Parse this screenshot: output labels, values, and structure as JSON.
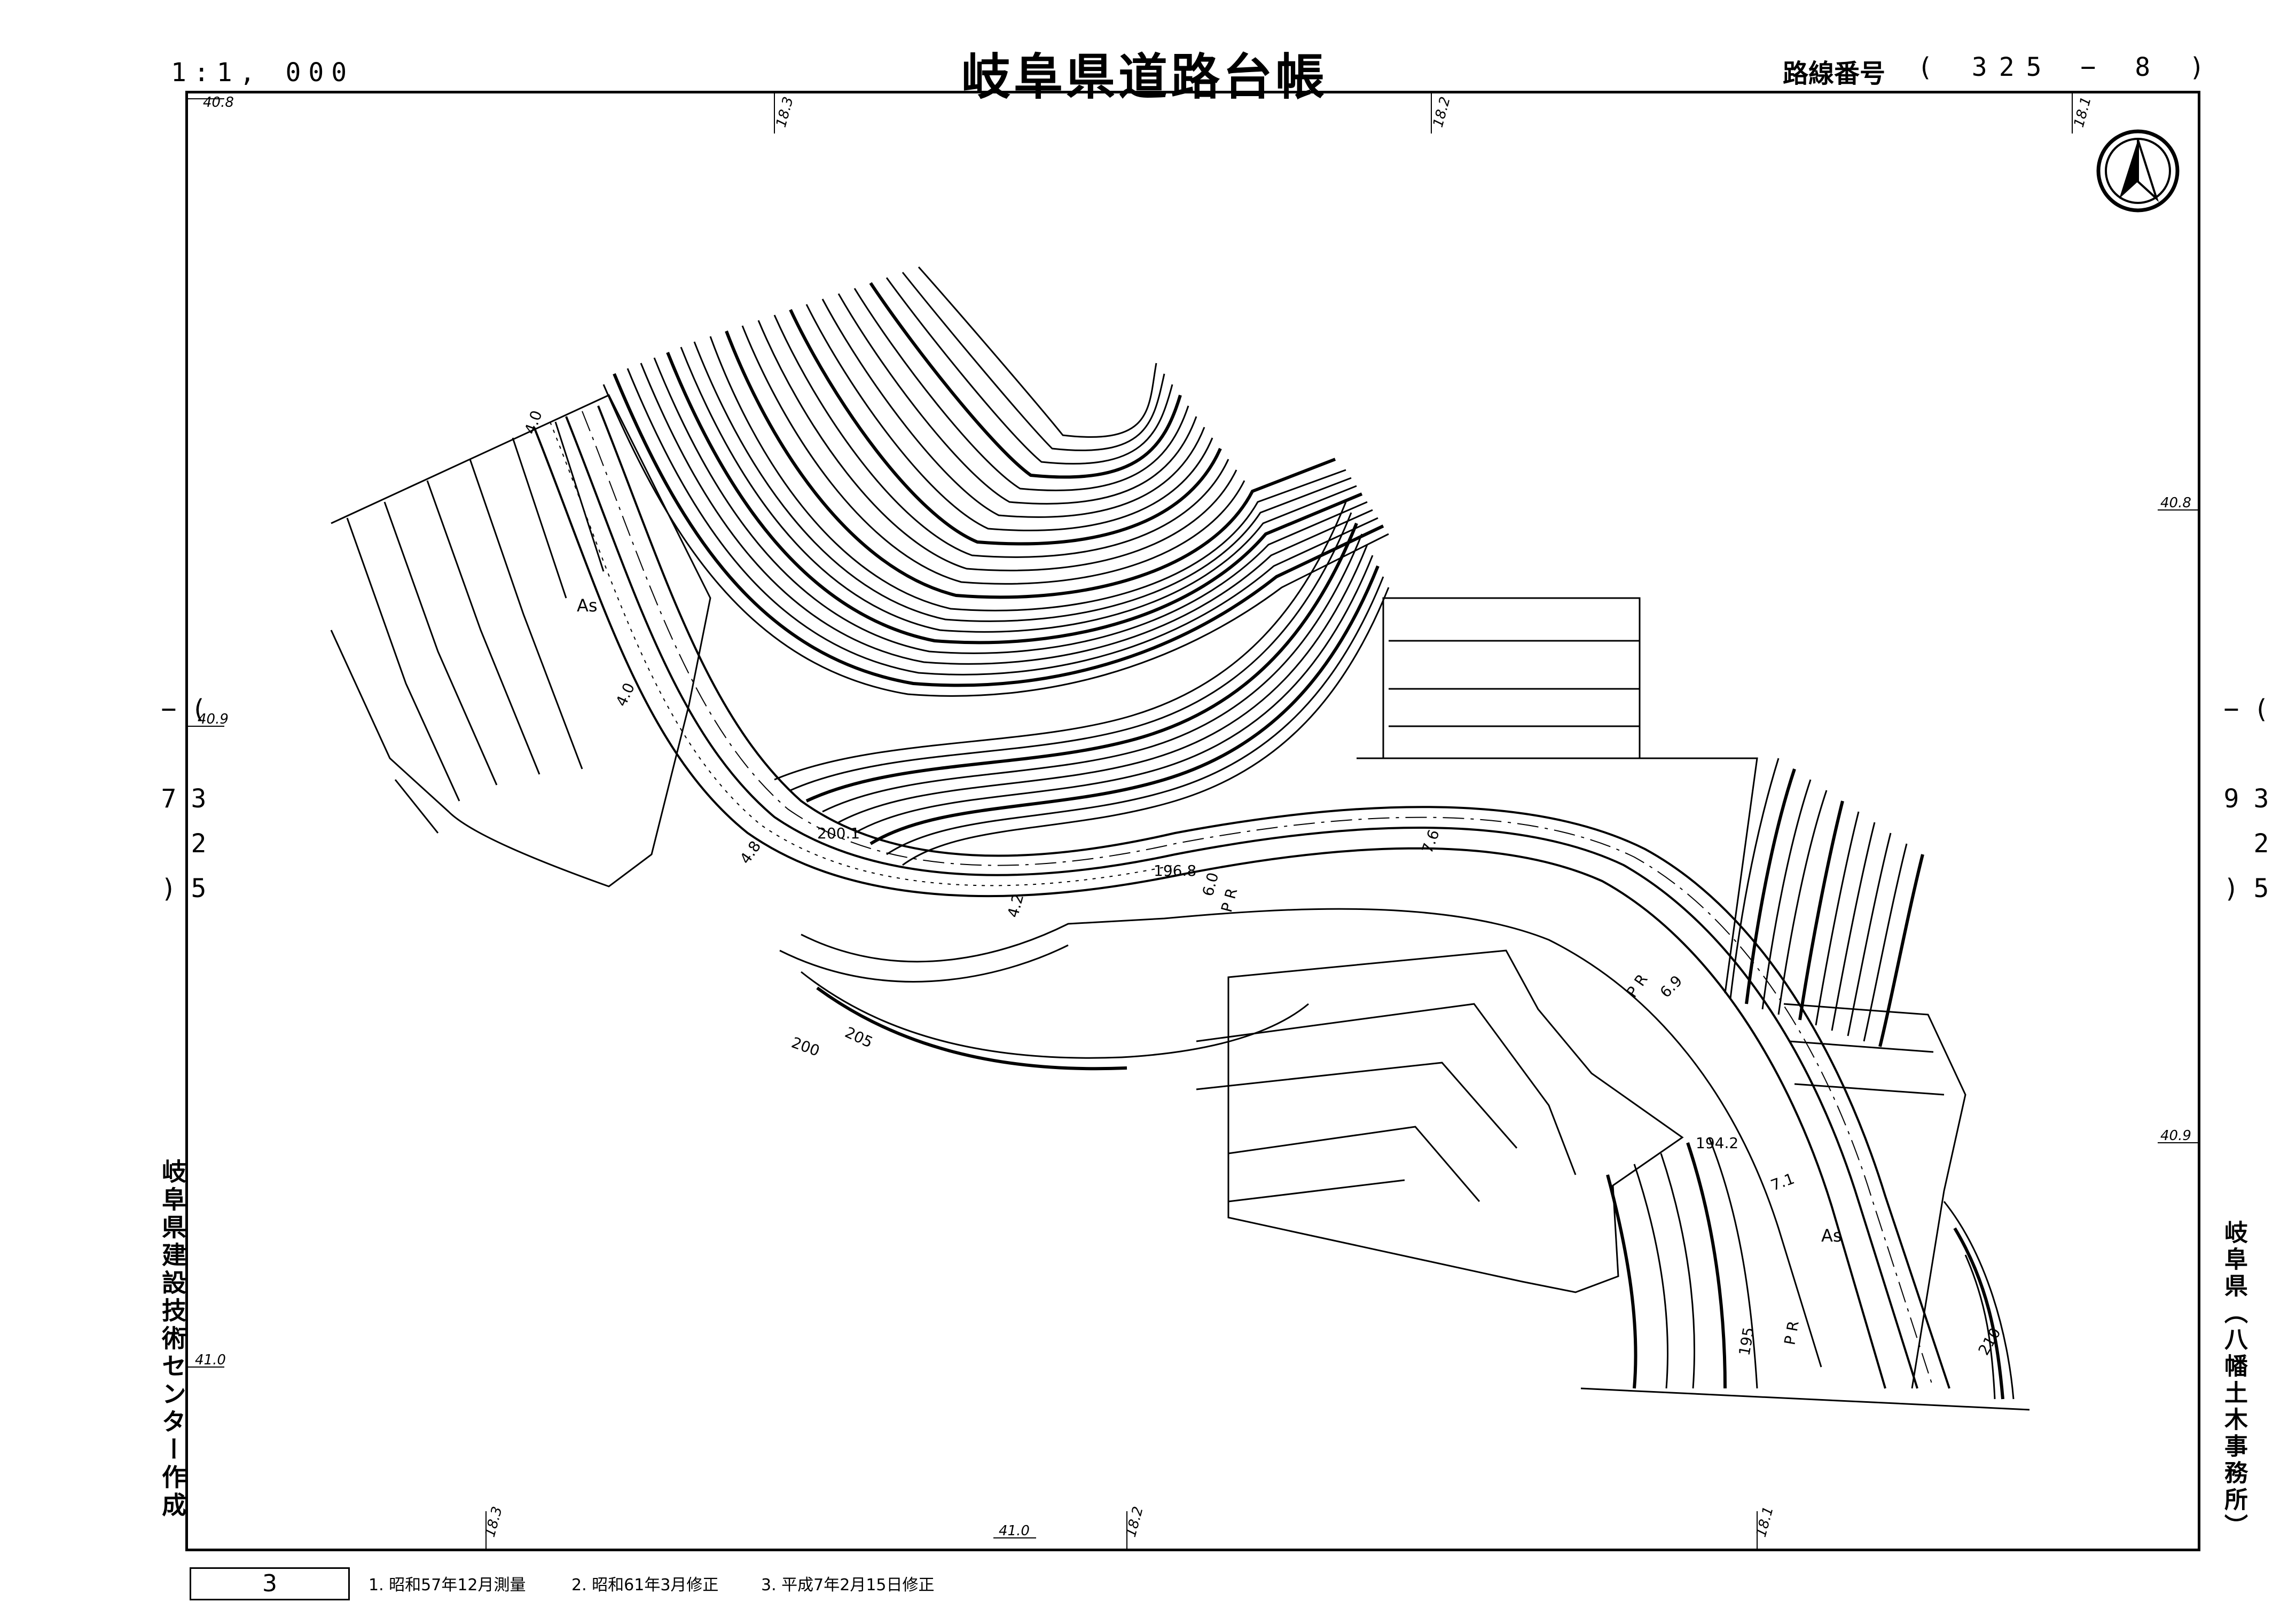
{
  "header": {
    "scale": "1:1, 000",
    "title": "岐阜県道路台帳",
    "route_label": "路線番号",
    "route_number": "( 325 − 8 )"
  },
  "adjacent_sheets": {
    "left": "( 325 − 7 )",
    "right": "( 325 − 9 )"
  },
  "side_text": {
    "left": "岐阜県建設技術センター作成",
    "right": "岐阜県（八幡土木事務所）"
  },
  "footer": {
    "sheet_number": "3",
    "revisions": [
      "1. 昭和57年12月測量",
      "2. 昭和61年3月修正",
      "3. 平成7年2月15日修正"
    ]
  },
  "grid_labels": [
    {
      "text": "40.8"
    },
    {
      "text": "18.3"
    },
    {
      "text": "18.2"
    },
    {
      "text": "18.1"
    },
    {
      "text": "40.8"
    },
    {
      "text": "40.9"
    },
    {
      "text": "40.9"
    },
    {
      "text": "41.0"
    },
    {
      "text": "18.3"
    },
    {
      "text": "41.0"
    },
    {
      "text": "18.2"
    },
    {
      "text": "18.1"
    }
  ],
  "map_labels": {
    "as_top": "As",
    "as_bottom": "As",
    "elev_2001": "200.1",
    "elev_1968": "196.8",
    "elev_1942": "194.2",
    "contour_200": "200",
    "contour_205": "205",
    "contour_195": "195",
    "contour_210": "210",
    "width_40a": "4.0",
    "width_40b": "4.0",
    "width_76": "7.6",
    "width_60": "6.0",
    "width_42": "4.2",
    "width_48": "4.8",
    "width_69": "6.9",
    "width_71": "7.1",
    "pr_a": "P R",
    "pr_b": "P R",
    "pr_c": "P R"
  },
  "colors": {
    "ink": "#000000",
    "paper": "#ffffff"
  },
  "icons": {
    "north_arrow": "north-arrow-icon"
  }
}
